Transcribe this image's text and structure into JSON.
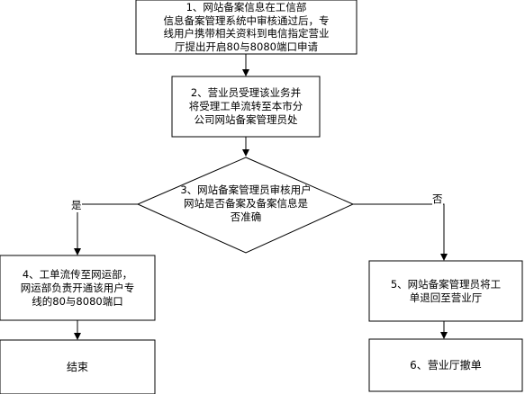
{
  "steps": {
    "step1": "1、网站备案信息在工信部\n信息备案管理系统中审核通过后，专\n线用户携带相关资料到电信指定营业\n厅提出开启80与8080端口申请",
    "step2": "2、营业员受理该业务并\n将受理工单流转至本市分\n公司网站备案管理员处",
    "step3": "3、网站备案管理员审核用户\n网站是否备案及备案信息是\n否准确",
    "step4": "4、工单流传至网运部，\n网运部负责开通该用户专\n线的80与8080端口",
    "step5": "5、网站备案管理员将工\n单退回至营业厅",
    "end_yes": "结束",
    "end_no": "6、营业厅撤单"
  },
  "branches": {
    "yes": "是",
    "no": "否"
  }
}
